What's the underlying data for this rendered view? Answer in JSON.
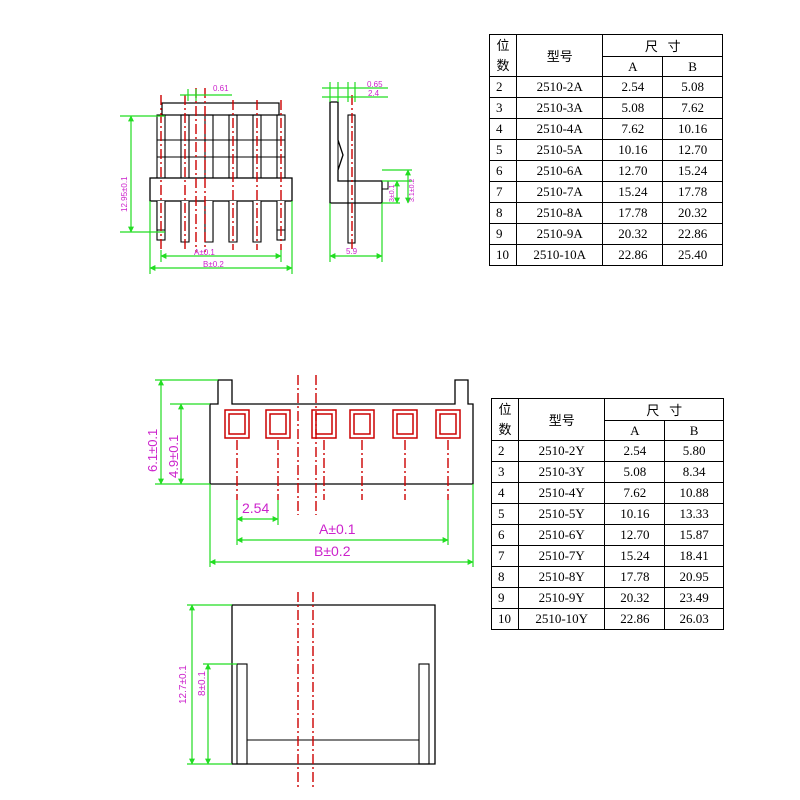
{
  "top_view": {
    "dim_pin_width": "0.61",
    "dim_height": "12.95±0.1",
    "dim_a": "A±0.1",
    "dim_b": "B±0.2"
  },
  "side_view": {
    "dim_pin": "0.65",
    "dim_thick": "2.4",
    "dim_leg1": "3±0.1",
    "dim_leg2": "3.1±0.2",
    "dim_depth": "5.9"
  },
  "front_view": {
    "dim_height_outer": "6.1±0.1",
    "dim_height_inner": "4.9±0.1",
    "dim_pitch": "2.54",
    "dim_a": "A±0.1",
    "dim_b": "B±0.2"
  },
  "bottom_view": {
    "dim_height_outer": "12.7±0.1",
    "dim_height_inner": "8±0.1"
  },
  "table_a": {
    "header_pos": "位数",
    "header_model": "型号",
    "header_size": "尺   寸",
    "header_a": "A",
    "header_b": "B",
    "rows": [
      {
        "pos": "2",
        "model": "2510-2A",
        "a": "2.54",
        "b": "5.08"
      },
      {
        "pos": "3",
        "model": "2510-3A",
        "a": "5.08",
        "b": "7.62"
      },
      {
        "pos": "4",
        "model": "2510-4A",
        "a": "7.62",
        "b": "10.16"
      },
      {
        "pos": "5",
        "model": "2510-5A",
        "a": "10.16",
        "b": "12.70"
      },
      {
        "pos": "6",
        "model": "2510-6A",
        "a": "12.70",
        "b": "15.24"
      },
      {
        "pos": "7",
        "model": "2510-7A",
        "a": "15.24",
        "b": "17.78"
      },
      {
        "pos": "8",
        "model": "2510-8A",
        "a": "17.78",
        "b": "20.32"
      },
      {
        "pos": "9",
        "model": "2510-9A",
        "a": "20.32",
        "b": "22.86"
      },
      {
        "pos": "10",
        "model": "2510-10A",
        "a": "22.86",
        "b": "25.40"
      }
    ]
  },
  "table_y": {
    "header_pos": "位数",
    "header_model": "型号",
    "header_size": "尺   寸",
    "header_a": "A",
    "header_b": "B",
    "rows": [
      {
        "pos": "2",
        "model": "2510-2Y",
        "a": "2.54",
        "b": "5.80"
      },
      {
        "pos": "3",
        "model": "2510-3Y",
        "a": "5.08",
        "b": "8.34"
      },
      {
        "pos": "4",
        "model": "2510-4Y",
        "a": "7.62",
        "b": "10.88"
      },
      {
        "pos": "5",
        "model": "2510-5Y",
        "a": "10.16",
        "b": "13.33"
      },
      {
        "pos": "6",
        "model": "2510-6Y",
        "a": "12.70",
        "b": "15.87"
      },
      {
        "pos": "7",
        "model": "2510-7Y",
        "a": "15.24",
        "b": "18.41"
      },
      {
        "pos": "8",
        "model": "2510-8Y",
        "a": "17.78",
        "b": "20.95"
      },
      {
        "pos": "9",
        "model": "2510-9Y",
        "a": "20.32",
        "b": "23.49"
      },
      {
        "pos": "10",
        "model": "2510-10Y",
        "a": "22.86",
        "b": "26.03"
      }
    ]
  },
  "colors": {
    "outline": "#000000",
    "dimension": "#22dd22",
    "label": "#cc22cc",
    "centerline": "#cc0000"
  }
}
